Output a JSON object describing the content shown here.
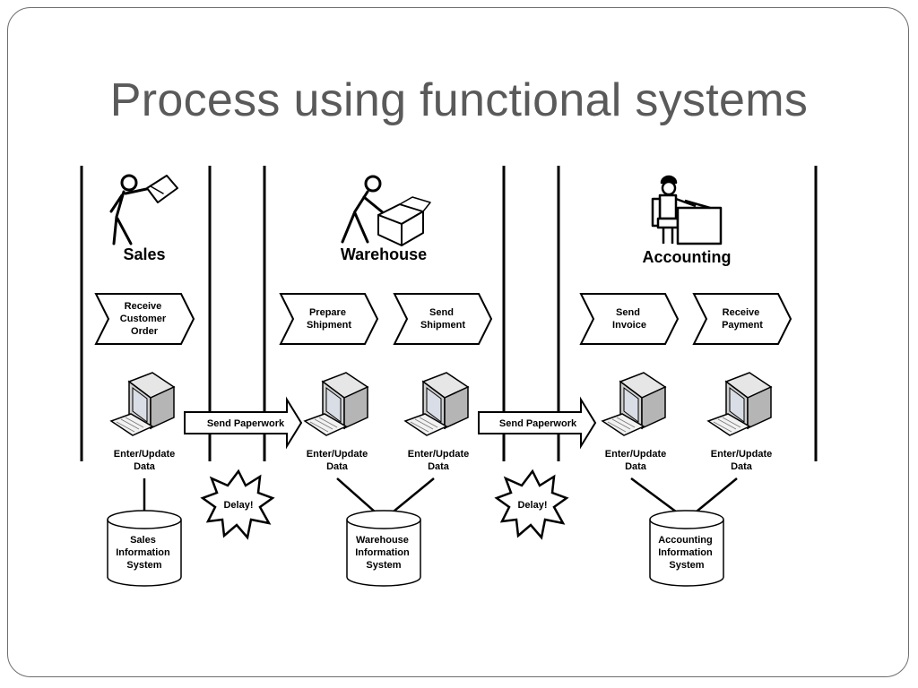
{
  "title": "Process using functional systems",
  "departments": {
    "sales": "Sales",
    "warehouse": "Warehouse",
    "accounting": "Accounting"
  },
  "steps": {
    "receive_order": [
      "Receive",
      "Customer",
      "Order"
    ],
    "prepare_shipment": [
      "Prepare",
      "Shipment"
    ],
    "send_shipment": [
      "Send",
      "Shipment"
    ],
    "send_invoice": [
      "Send",
      "Invoice"
    ],
    "receive_payment": [
      "Receive",
      "Payment"
    ]
  },
  "computer_label": [
    "Enter/Update",
    "Data"
  ],
  "handoff_label": "Send Paperwork",
  "delay_label": "Delay!",
  "databases": {
    "sales": [
      "Sales",
      "Information",
      "System"
    ],
    "warehouse": [
      "Warehouse",
      "Information",
      "System"
    ],
    "accounting": [
      "Accounting",
      "Information",
      "System"
    ]
  }
}
